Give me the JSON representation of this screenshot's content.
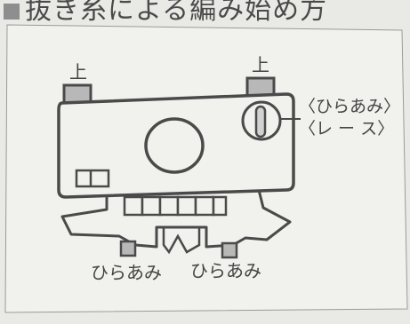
{
  "title": "抜き糸による編み始め方",
  "labels": {
    "top_left": "上",
    "top_right": "上",
    "lace_line1": "〈ひらあみ〉",
    "lace_line2": "〈レ ー ス〉",
    "bottom_left": "ひらあみ",
    "bottom_right": "ひらあみ"
  },
  "colors": {
    "background": "#e9e9e6",
    "panel": "#f1f1ee",
    "line": "#4a4a4a",
    "tab": "#b8b8b8"
  }
}
